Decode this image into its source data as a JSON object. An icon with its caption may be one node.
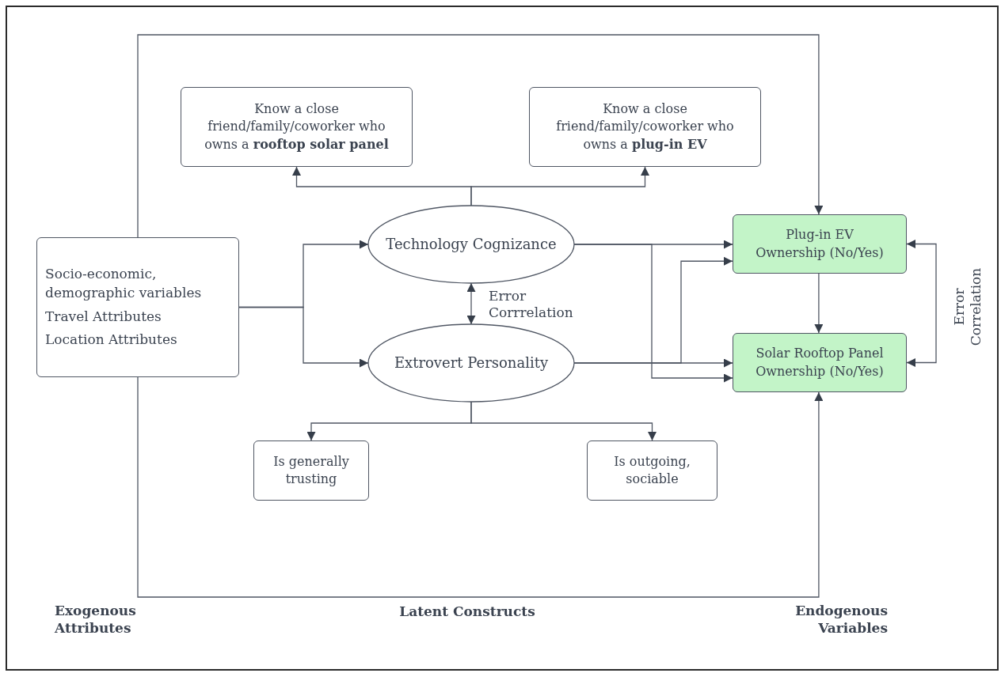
{
  "diagram": {
    "nodes": [
      {
        "text": [
          "Socio-economic, demographic variables",
          "Travel Attributes",
          "Location Attributes"
        ]
      },
      {
        "text": [
          "Know a close friend/family/coworker who owns a **rooftop solar panel**"
        ]
      },
      {
        "text": [
          "Know a close friend/family/coworker who owns a **plug-in EV**"
        ]
      },
      {
        "text": [
          "Technology Cognizance"
        ]
      },
      {
        "text": [
          "Extrovert Personality"
        ]
      },
      {
        "text": [
          "Plug-in EV Ownership (No/Yes)"
        ]
      },
      {
        "text": [
          "Solar Rooftop Panel Ownership (No/Yes)"
        ]
      },
      {
        "text": [
          "Is generally trusting"
        ]
      },
      {
        "text": [
          "Is outgoing, sociable"
        ]
      }
    ],
    "edges": [
      {
        "from": 0,
        "to": 3,
        "arrow": "to"
      },
      {
        "from": 0,
        "to": 4,
        "arrow": "to"
      },
      {
        "from": 3,
        "to": 1,
        "arrow": "to"
      },
      {
        "from": 3,
        "to": 2,
        "arrow": "to"
      },
      {
        "from": 3,
        "to": 4,
        "arrow": "both",
        "label": "Error Corrrelation"
      },
      {
        "from": 3,
        "to": 5,
        "arrow": "to"
      },
      {
        "from": 3,
        "to": 6,
        "arrow": "to"
      },
      {
        "from": 4,
        "to": 6,
        "arrow": "to"
      },
      {
        "from": 4,
        "to": 5,
        "arrow": "to"
      },
      {
        "from": 0,
        "to": 5,
        "arrow": "to"
      },
      {
        "from": 0,
        "to": 6,
        "arrow": "to"
      },
      {
        "from": 5,
        "to": 6,
        "arrow": "to"
      },
      {
        "from": 5,
        "to": 6,
        "arrow": "both",
        "label": "Error Correlation"
      },
      {
        "from": 4,
        "to": 7,
        "arrow": "to"
      },
      {
        "from": 4,
        "to": 8,
        "arrow": "to"
      }
    ],
    "labels": [
      "Exogenous Attributes",
      "Latent Constructs",
      "Endogenous Variables"
    ]
  }
}
